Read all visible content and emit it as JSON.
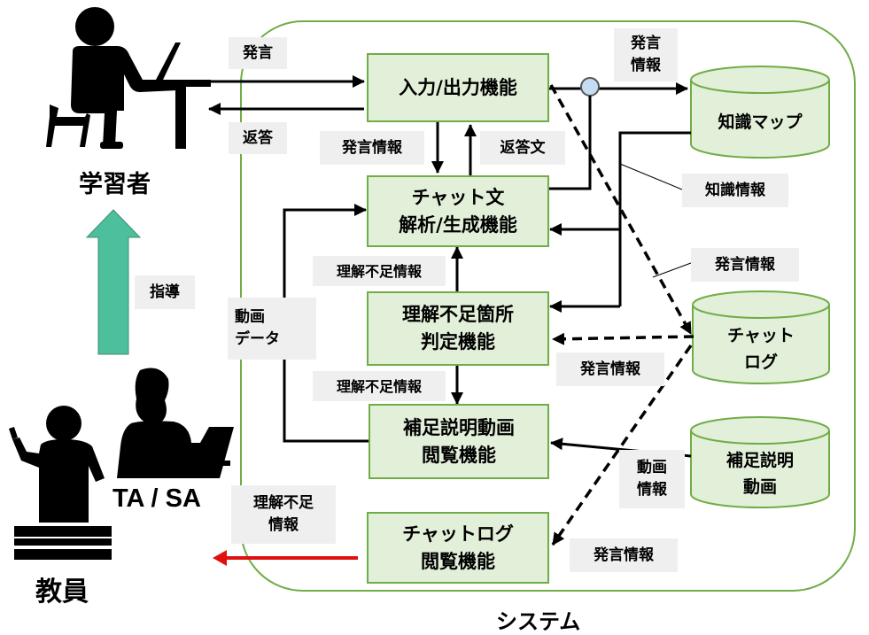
{
  "actors": {
    "learner": "学習者",
    "ta_sa": "TA / SA",
    "teacher": "教員"
  },
  "system_label": "システム",
  "functions": {
    "io": [
      "入力/出力機能"
    ],
    "chat_parse": [
      "チャット文",
      "解析/生成機能"
    ],
    "gap_detect": [
      "理解不足箇所",
      "判定機能"
    ],
    "video_view": [
      "補足説明動画",
      "閲覧機能"
    ],
    "chatlog_view": [
      "チャットログ",
      "閲覧機能"
    ]
  },
  "stores": {
    "knowledge_map": [
      "知識マップ"
    ],
    "chat_log": [
      "チャット",
      "ログ"
    ],
    "video": [
      "補足説明",
      "動画"
    ]
  },
  "flow_labels": {
    "utterance": [
      "発言"
    ],
    "reply": [
      "返答"
    ],
    "utterance_info_top": [
      "発言",
      "情報"
    ],
    "utterance_info_in": [
      "発言情報"
    ],
    "reply_text": [
      "返答文"
    ],
    "knowledge_info": [
      "知識情報"
    ],
    "utterance_info_log": [
      "発言情報"
    ],
    "gap_info_1": [
      "理解不足情報"
    ],
    "video_data": [
      "動画",
      "データ"
    ],
    "utterance_info_gap": [
      "発言情報"
    ],
    "gap_info_2": [
      "理解不足情報"
    ],
    "video_info": [
      "動画",
      "情報"
    ],
    "gap_info_teacher": [
      "理解不足",
      "情報"
    ],
    "utterance_info_chatlog": [
      "発言情報"
    ],
    "guidance": [
      "指導"
    ]
  },
  "colors": {
    "box_fill": "#e2efd9",
    "box_border": "#70ad47",
    "system_border": "#70ad47",
    "label_fill": "#efefef",
    "guidance_arrow": "#4dbf9c",
    "teacher_arrow": "#e01010"
  }
}
